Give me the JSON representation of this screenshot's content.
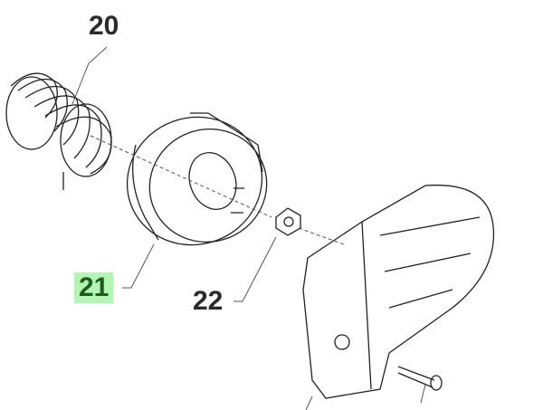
{
  "diagram": {
    "callouts": [
      {
        "number": "20",
        "part": "spring",
        "highlighted": false
      },
      {
        "number": "21",
        "part": "pulley",
        "highlighted": true
      },
      {
        "number": "22",
        "part": "nut",
        "highlighted": false
      }
    ],
    "colors": {
      "highlight": "#b3f5b3",
      "highlight_text": "#1f5a1f",
      "line": "#222222"
    }
  }
}
